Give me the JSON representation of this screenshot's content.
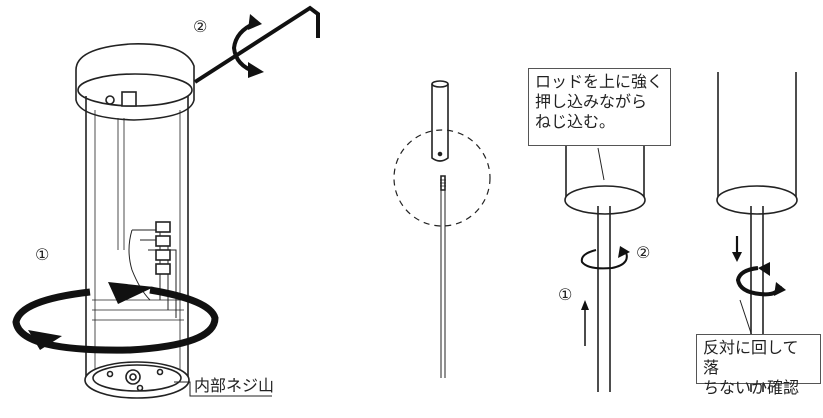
{
  "labels": {
    "step1_left": "①",
    "step2_left": "②",
    "inner_thread": "内部ネジ山",
    "step2_right": "②",
    "step1_right": "①"
  },
  "notes": {
    "insert_instruction": "ロッドを上に強く\n押し込みながら\nねじ込む。",
    "check_instruction": "反対に回して落\nちないか確認"
  }
}
